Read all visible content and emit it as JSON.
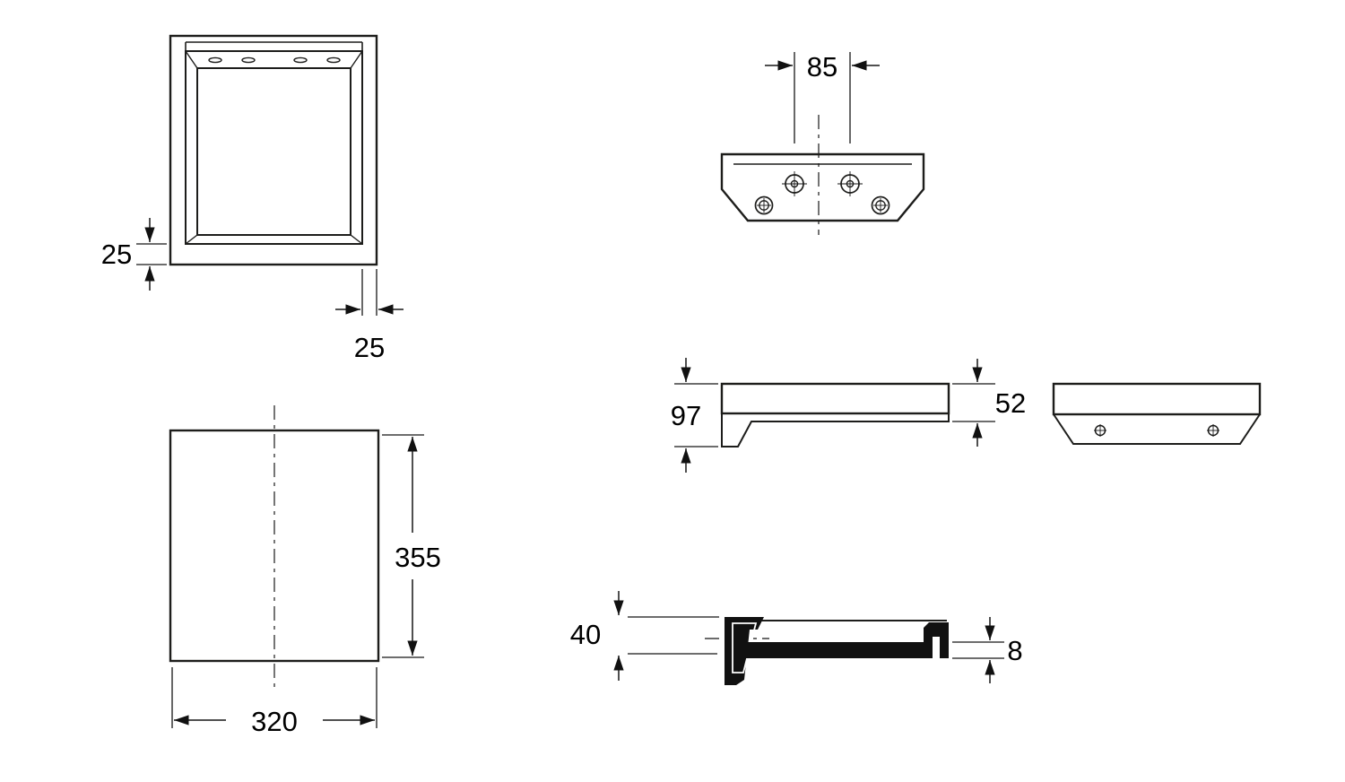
{
  "document": {
    "background": "#ffffff",
    "line_color": "#1d1d1b"
  },
  "dimensions": {
    "front_view": {
      "bottom_rail": "25",
      "side_rail": "25"
    },
    "mounting_view": {
      "hole_spacing": "85"
    },
    "side_view": {
      "total_height": "97",
      "front_height": "52"
    },
    "plan_view": {
      "depth": "355",
      "width": "320"
    },
    "section_view": {
      "front_rail": "40",
      "rear_lip": "8"
    }
  }
}
